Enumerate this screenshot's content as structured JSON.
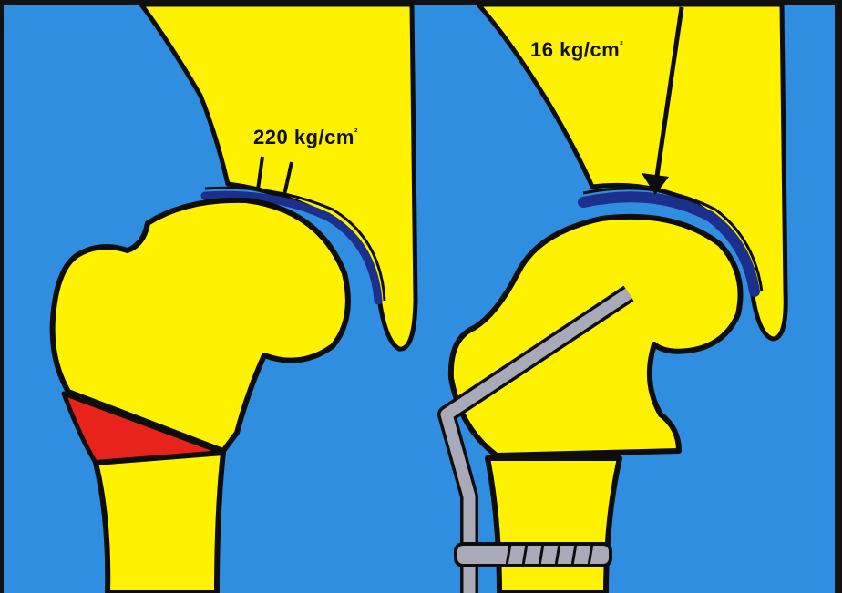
{
  "diagram": {
    "colors": {
      "background": "#2f8ee0",
      "bone": "#fff200",
      "outline": "#0d0d0d",
      "cartilage": "#1c2f8c",
      "wedge": "#e8231b",
      "plate": "#a9aab8",
      "border": "#111111"
    },
    "left_panel": {
      "pressure_label": "220 kg/cm",
      "pressure_exponent": "²"
    },
    "right_panel": {
      "pressure_label": "16 kg/cm",
      "pressure_exponent": "²"
    }
  }
}
